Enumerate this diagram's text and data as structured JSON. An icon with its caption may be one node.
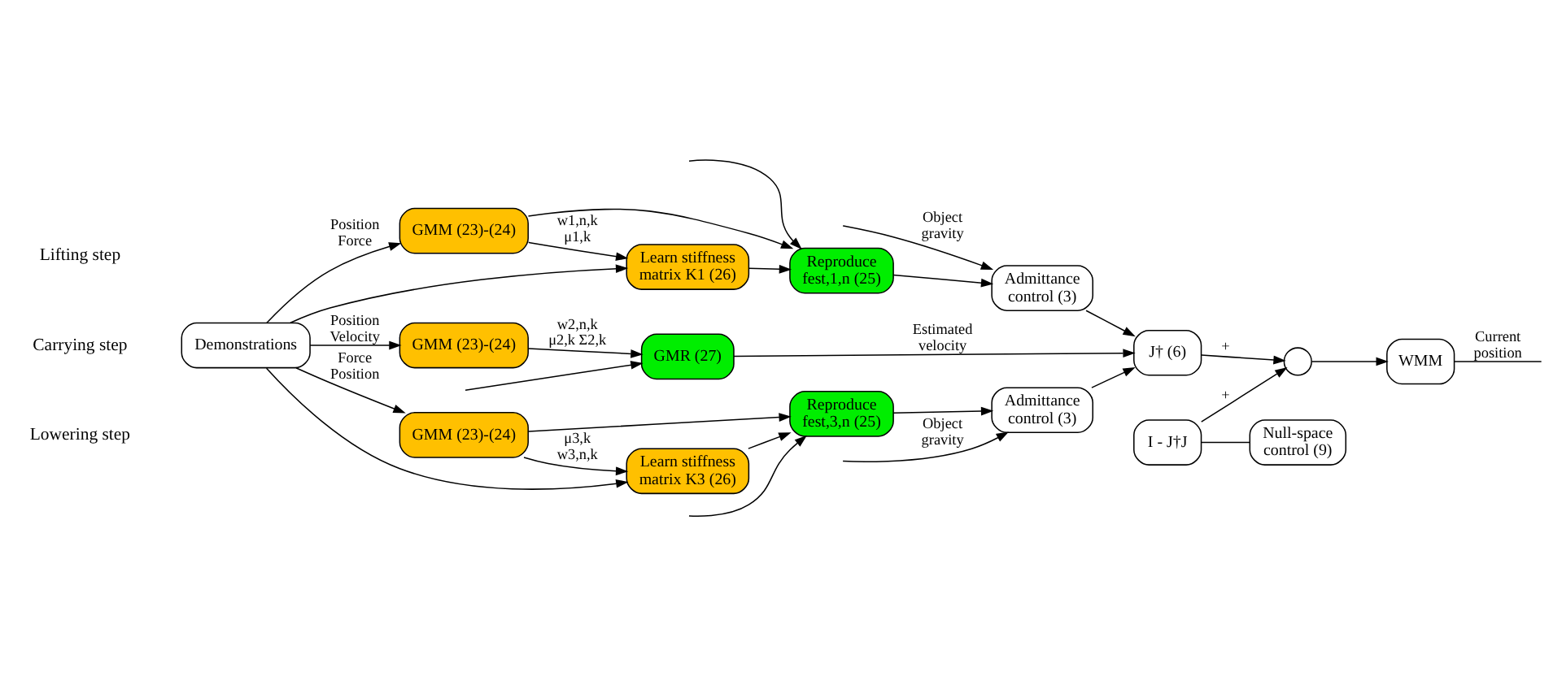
{
  "diagram": {
    "nodes": [
      {
        "text": [
          "Demonstrations"
        ]
      },
      {
        "text": [
          "GMM (23)-(24)"
        ]
      },
      {
        "text": [
          "Learn stiffness matrix K1 (26)"
        ]
      },
      {
        "text": [
          "Reproduce fest,1,n (25)"
        ]
      },
      {
        "text": [
          "Admittance control (3)"
        ]
      },
      {
        "text": [
          "GMM (23)-(24)"
        ]
      },
      {
        "text": [
          "GMR (27)"
        ]
      },
      {
        "text": [
          "J† (6)"
        ]
      },
      {
        "text": [],
        "shape": "circle"
      },
      {
        "text": [
          "WMM"
        ]
      },
      {
        "text": [
          "I - J†J"
        ]
      },
      {
        "text": [
          "Null-space control (9)"
        ]
      },
      {
        "text": [
          "Admittance control (3)"
        ]
      },
      {
        "text": [
          "GMM (23)-(24)"
        ]
      },
      {
        "text": [
          "Learn stiffness matrix K3 (26)"
        ]
      },
      {
        "text": [
          "Reproduce fest,3,n (25)"
        ]
      }
    ],
    "edges": [
      {
        "from": 0,
        "to": 1,
        "arrow": "to",
        "label": "Position Force"
      },
      {
        "from": 0,
        "to": 2,
        "arrow": "to"
      },
      {
        "from": 1,
        "to": 2,
        "arrow": "to",
        "label": "w1,n,k μ1,k"
      },
      {
        "from": 1,
        "to": 3,
        "arrow": "to"
      },
      {
        "from": 2,
        "to": 3,
        "arrow": "to"
      },
      {
        "from": null,
        "to": 3,
        "arrow": "to"
      },
      {
        "from": 3,
        "to": 4,
        "arrow": "to"
      },
      {
        "from": null,
        "to": 4,
        "arrow": "to",
        "label": "Object gravity"
      },
      {
        "from": 4,
        "to": 7,
        "arrow": "to"
      },
      {
        "from": 0,
        "to": 5,
        "arrow": "to",
        "label": "Position Velocity"
      },
      {
        "from": 5,
        "to": 6,
        "arrow": "to",
        "label": "w2,n,k μ2,k Σ2,k"
      },
      {
        "from": 6,
        "to": 7,
        "arrow": "to",
        "label": "Estimated velocity"
      },
      {
        "from": null,
        "to": 6,
        "arrow": "to"
      },
      {
        "from": 7,
        "to": 8,
        "arrow": "to",
        "label": "+"
      },
      {
        "from": 10,
        "to": 8,
        "arrow": "to",
        "label": "+"
      },
      {
        "from": 8,
        "to": 9,
        "arrow": "to"
      },
      {
        "from": 9,
        "to": null,
        "arrow": "none",
        "label": "Current position"
      },
      {
        "from": 10,
        "to": 11,
        "arrow": "none"
      },
      {
        "from": 15,
        "to": 12,
        "arrow": "to"
      },
      {
        "from": null,
        "to": 12,
        "arrow": "to",
        "label": "Object gravity"
      },
      {
        "from": 12,
        "to": 7,
        "arrow": "to"
      },
      {
        "from": 0,
        "to": 13,
        "arrow": "to",
        "label": "Force Position"
      },
      {
        "from": 0,
        "to": 14,
        "arrow": "to"
      },
      {
        "from": 13,
        "to": 14,
        "arrow": "to",
        "label": "μ3,k w3,n,k"
      },
      {
        "from": 13,
        "to": 15,
        "arrow": "to"
      },
      {
        "from": 14,
        "to": 15,
        "arrow": "to"
      },
      {
        "from": null,
        "to": 15,
        "arrow": "to"
      }
    ],
    "labels": [
      "Lifting step",
      "Carrying step",
      "Lowering step"
    ]
  }
}
